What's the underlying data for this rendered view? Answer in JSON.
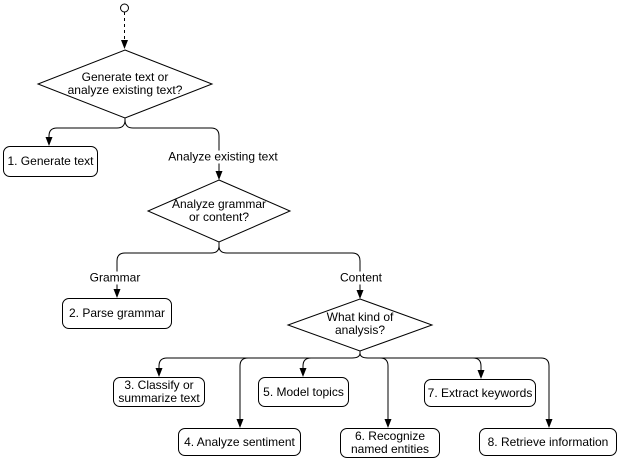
{
  "colors": {
    "stroke": "#000000",
    "node_fill": "#ffffff",
    "text": "#000000",
    "background": "#ffffff"
  },
  "start_node": {
    "shape": "circle"
  },
  "decisions": {
    "d1": {
      "line1": "Generate text or",
      "line2": "analyze existing text?"
    },
    "d2": {
      "line1": "Analyze grammar",
      "line2": "or content?"
    },
    "d3": {
      "line1": "What kind of",
      "line2": "analysis?"
    }
  },
  "edge_labels": {
    "analyze_existing": "Analyze existing text",
    "grammar": "Grammar",
    "content": "Content"
  },
  "boxes": {
    "b1": {
      "text": "1. Generate text"
    },
    "b2": {
      "text": "2. Parse grammar"
    },
    "b3": {
      "line1": "3. Classify or",
      "line2": "summarize text"
    },
    "b4": {
      "text": "4. Analyze sentiment"
    },
    "b5": {
      "text": "5. Model topics"
    },
    "b6": {
      "line1": "6. Recognize",
      "line2": "named entities"
    },
    "b7": {
      "text": "7. Extract keywords"
    },
    "b8": {
      "text": "8. Retrieve information"
    }
  }
}
